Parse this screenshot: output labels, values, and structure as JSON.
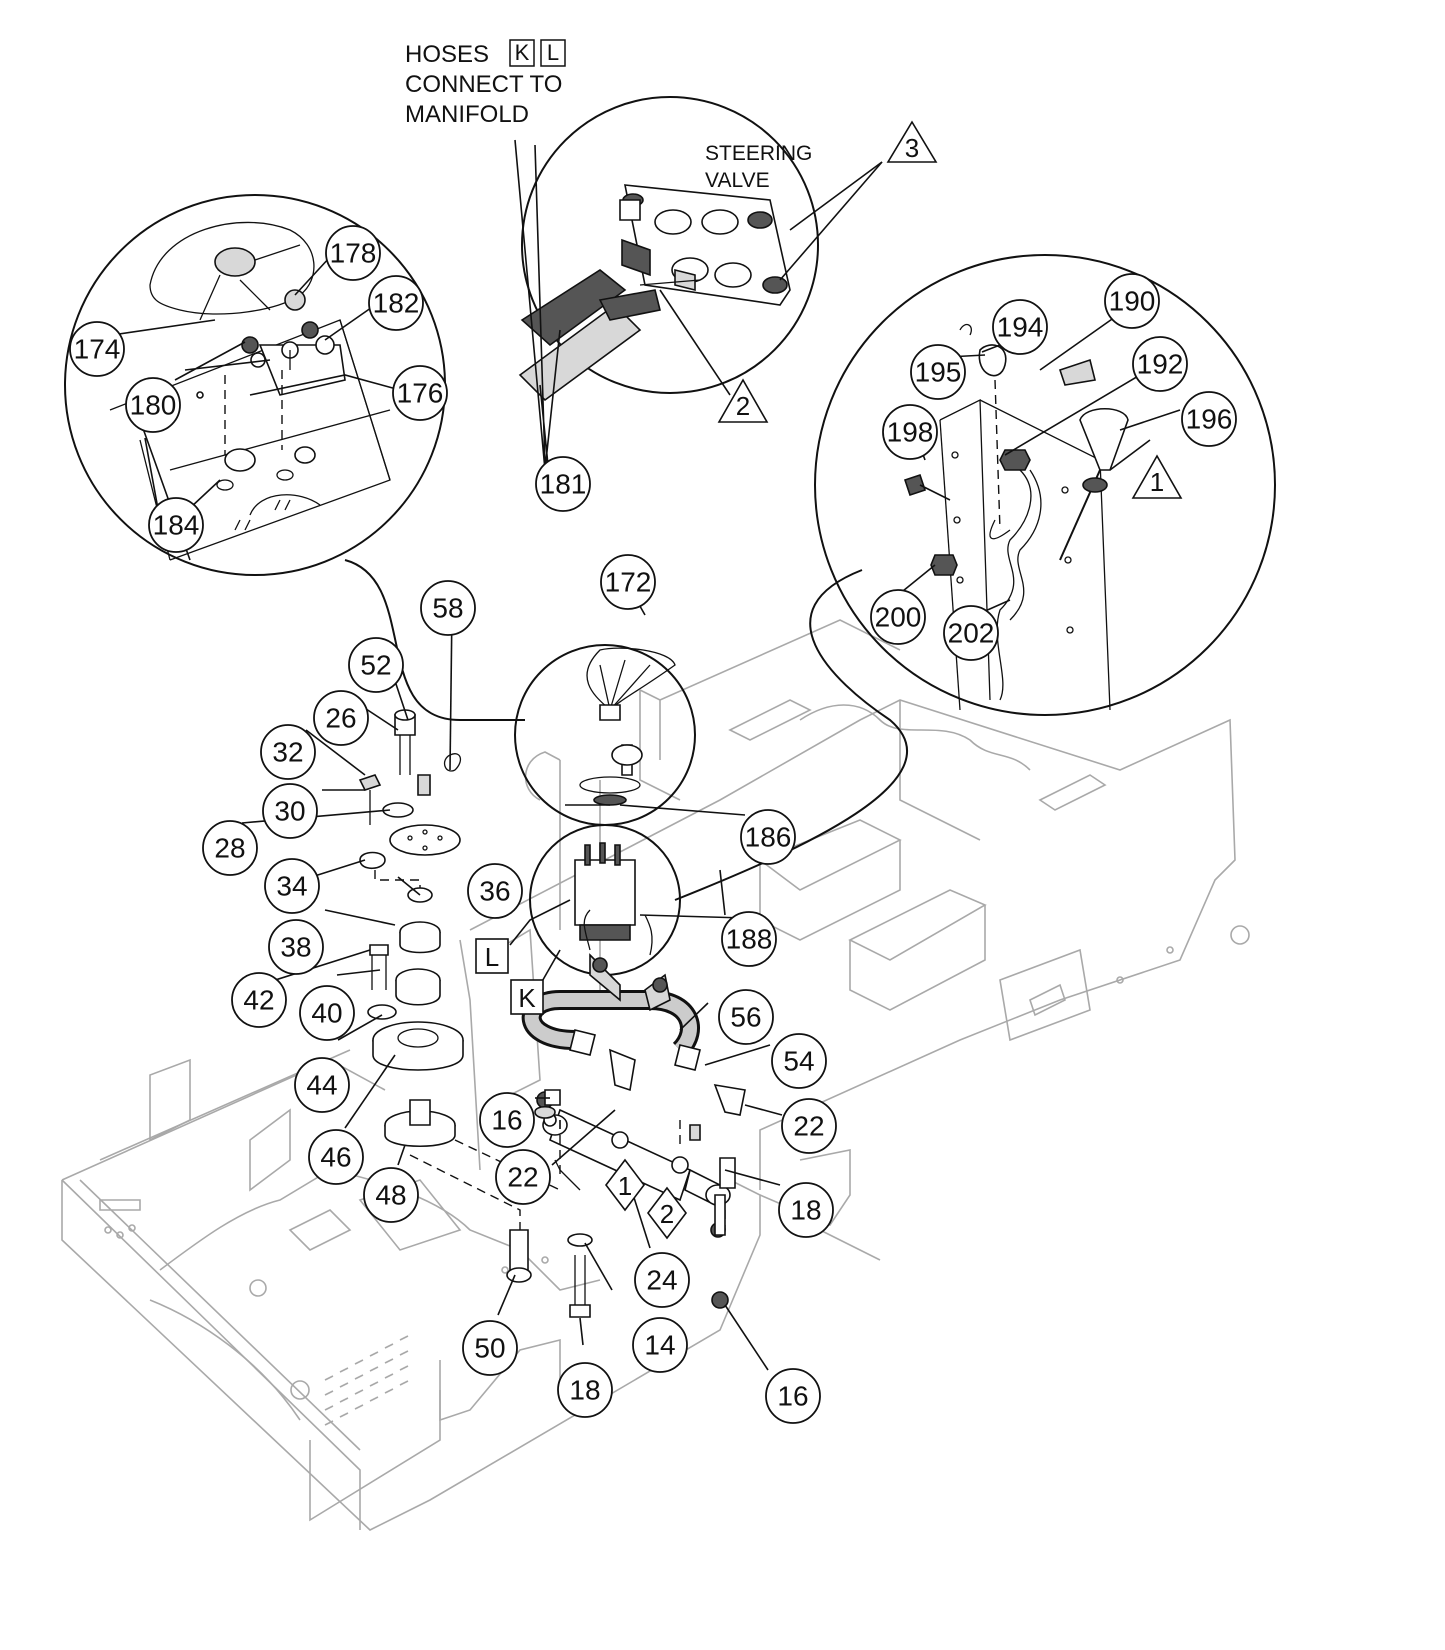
{
  "note": {
    "line1": "HOSES",
    "box_k": "K",
    "box_l": "L",
    "line2": "CONNECT TO",
    "line3": "MANIFOLD"
  },
  "steering_valve": {
    "line1": "STEERING",
    "line2": "VALVE"
  },
  "callouts": {
    "c174": "174",
    "c178": "178",
    "c182": "182",
    "c180": "180",
    "c176": "176",
    "c184": "184",
    "c181": "181",
    "c190": "190",
    "c194": "194",
    "c195": "195",
    "c192": "192",
    "c198": "198",
    "c196": "196",
    "c200": "200",
    "c202": "202",
    "c172": "172",
    "c58": "58",
    "c52": "52",
    "c26": "26",
    "c32": "32",
    "c30": "30",
    "c28": "28",
    "c34": "34",
    "c36": "36",
    "c38": "38",
    "c42": "42",
    "c40": "40",
    "c44": "44",
    "c46": "46",
    "c48": "48",
    "c186": "186",
    "c188": "188",
    "c56": "56",
    "c54": "54",
    "c16a": "16",
    "c22a": "22",
    "c22b": "22",
    "c18a": "18",
    "c24": "24",
    "c14": "14",
    "c50": "50",
    "c18b": "18",
    "c16b": "16"
  },
  "triangles": {
    "t3": "3",
    "t2": "2",
    "t1": "1"
  },
  "diamonds": {
    "d1": "1",
    "d2": "2"
  },
  "boxes": {
    "bL": "L",
    "bK": "K"
  }
}
